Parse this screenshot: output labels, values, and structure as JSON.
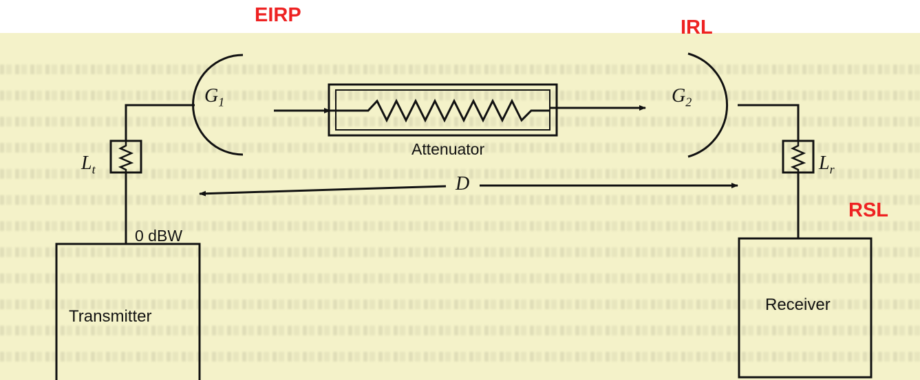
{
  "labels": {
    "eirp": "EIRP",
    "irl": "IRL",
    "rsl": "RSL"
  },
  "components": {
    "attenuator": "Attenuator",
    "transmitter": "Transmitter",
    "receiver": "Receiver",
    "power": "0 dBW"
  },
  "symbols": {
    "g1_base": "G",
    "g1_sub": "1",
    "g2_base": "G",
    "g2_sub": "2",
    "lt_base": "L",
    "lt_sub": "t",
    "lr_base": "L",
    "lr_sub": "r",
    "distance": "D"
  },
  "colors": {
    "highlight": "#ee2222",
    "ink": "#111111",
    "paper": "#f4f2c9"
  }
}
